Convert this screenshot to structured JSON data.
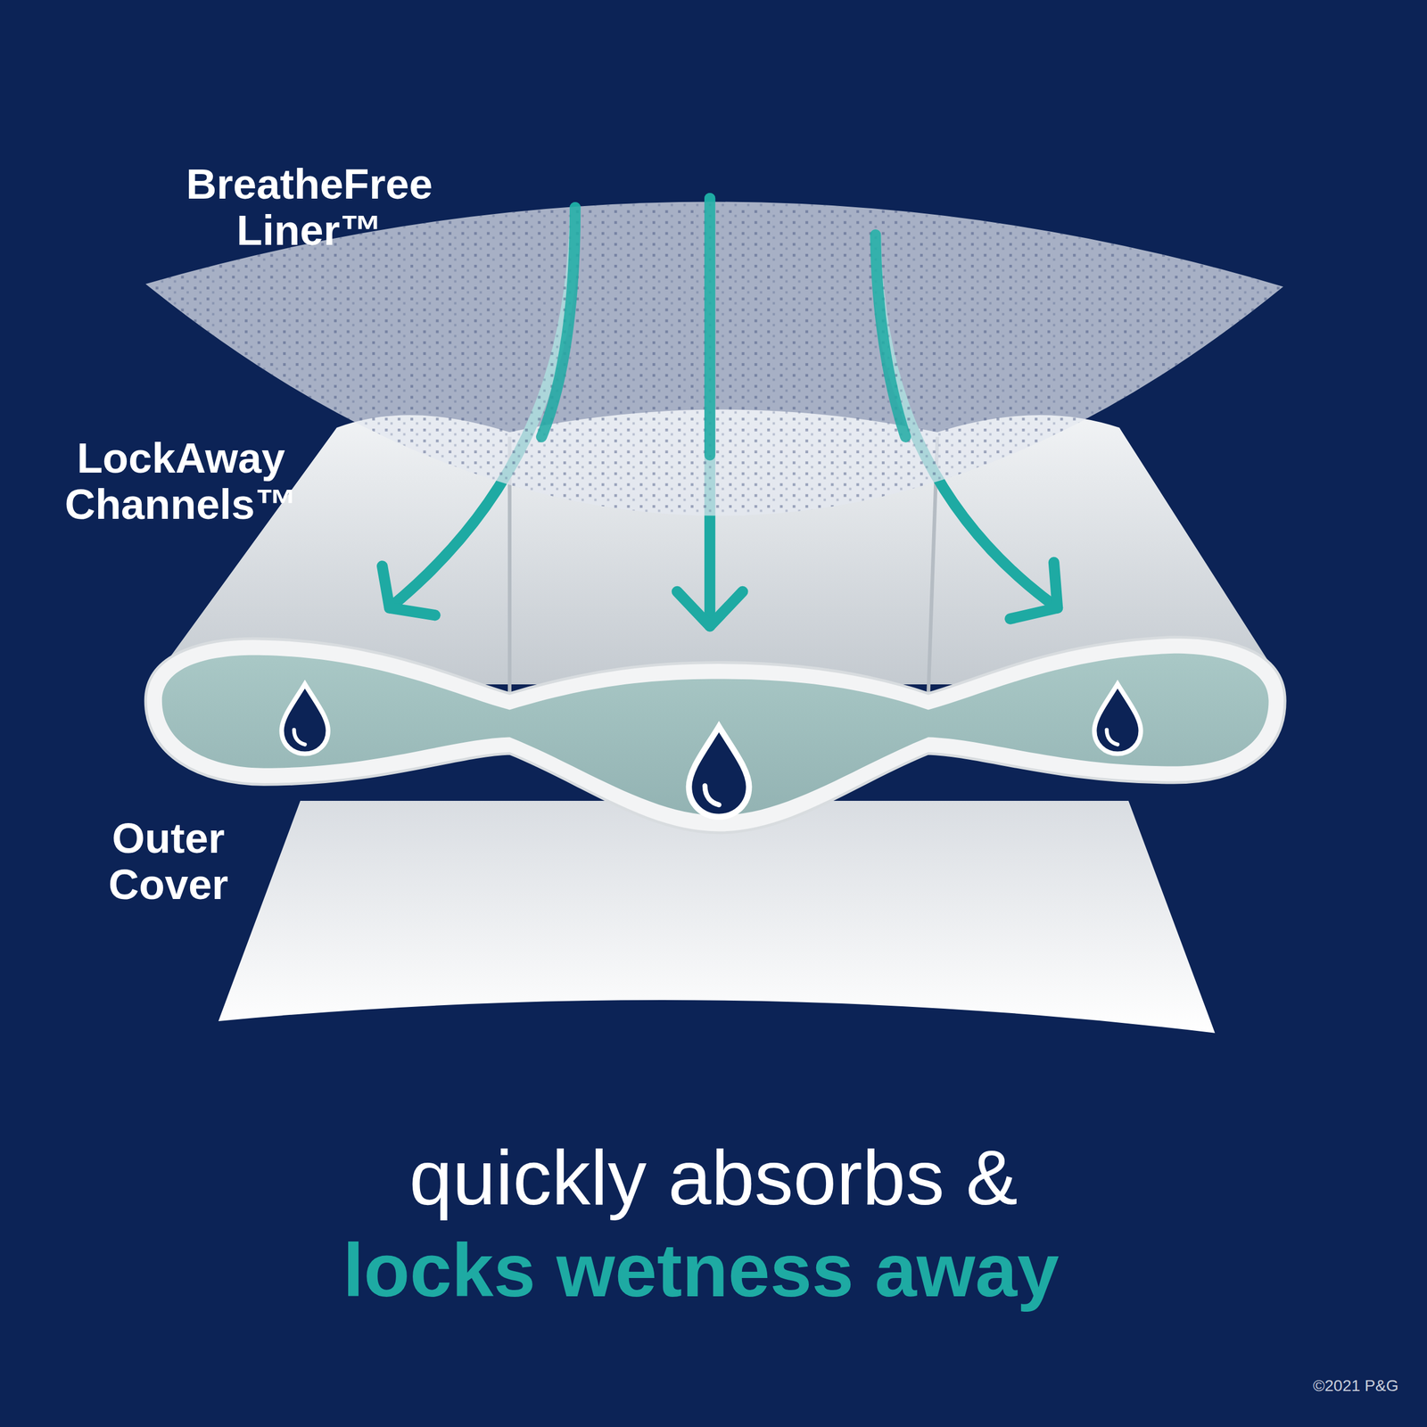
{
  "diagram": {
    "labels": [
      "BreatheFree Liner™",
      "LockAway Channels™",
      "Outer Cover",
      "quickly absorbs &",
      "locks wetness away",
      "©2021 P&G"
    ]
  }
}
